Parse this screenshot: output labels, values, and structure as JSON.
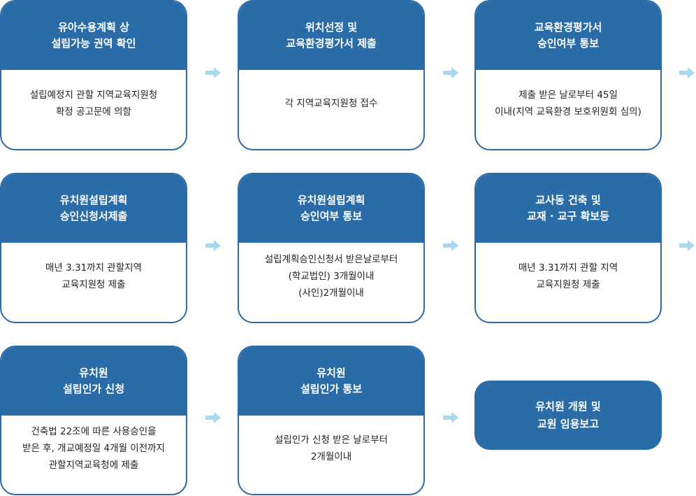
{
  "colors": {
    "header_bg": "#2a6ca8",
    "border": "#2a6aa8",
    "arrow": "#a9d8ee",
    "body_text": "#222222",
    "header_text": "#ffffff"
  },
  "steps": [
    {
      "title": "유아수용계획 상\n설립가능 권역 확인",
      "desc": "설립예정지 관할 지역교육지원청\n확정 공고문에 의함"
    },
    {
      "title": "위치선정 및\n교육환경평가서 제출",
      "desc": "각 지역교육지원청 접수"
    },
    {
      "title": "교육환경평가서\n승인여부 통보",
      "desc": "제출 받은 날로부터 45일\n이내(지역 교육환경 보호위원회 심의)"
    },
    {
      "title": "유치원설립계획\n승인신청서제출",
      "desc": "매년 3.31까지 관할지역\n교육지원청 제출"
    },
    {
      "title": "유치원설립계획\n승인여부 통보",
      "desc": "설립계획승인신청서 받은날로부터\n(학교법인) 3개월이내\n(사인)2개월이내"
    },
    {
      "title": "교사동 건축 및\n교재 · 교구 확보등",
      "desc": "매년 3.31까지 관할 지역\n교육지원청 제출"
    },
    {
      "title": "유치원\n설립인가 신청",
      "desc": "건축법 22조에 따른 사용승인을\n받은 후, 개교예정일 4개월 이전까지\n관할지역교육청에 제출"
    },
    {
      "title": "유치원\n설립인가  통보",
      "desc": "설립인가 신청 받은 날로부터\n2개월이내"
    }
  ],
  "final_step": {
    "title": "유치원 개원 및\n교원 임용보고"
  },
  "arrows": {
    "icon": "arrow-right-icon",
    "count": 8
  }
}
